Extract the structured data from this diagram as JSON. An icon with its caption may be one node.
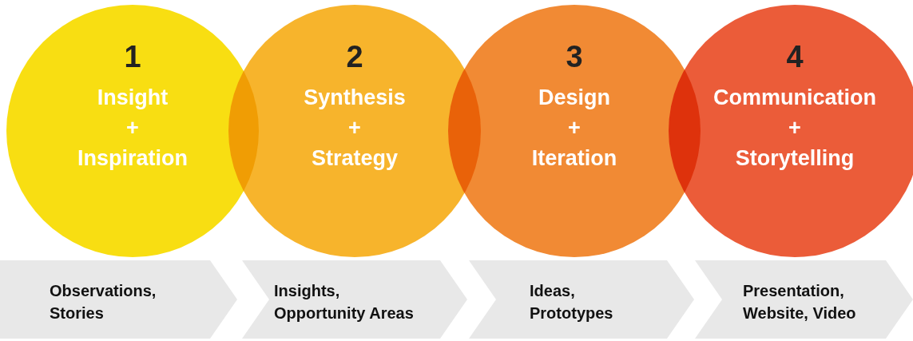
{
  "diagram": {
    "nodes": [
      {
        "text": [
          "1",
          "Insight + Inspiration"
        ]
      },
      {
        "text": [
          "2",
          "Synthesis + Strategy"
        ]
      },
      {
        "text": [
          "3",
          "Design + Iteration"
        ]
      },
      {
        "text": [
          "4",
          "Communication + Storytelling"
        ]
      },
      {
        "text": [
          "Observations, Stories"
        ]
      },
      {
        "text": [
          "Insights, Opportunity Areas"
        ]
      },
      {
        "text": [
          "Ideas, Prototypes"
        ]
      },
      {
        "text": [
          "Presentation, Website, Video"
        ]
      }
    ]
  }
}
